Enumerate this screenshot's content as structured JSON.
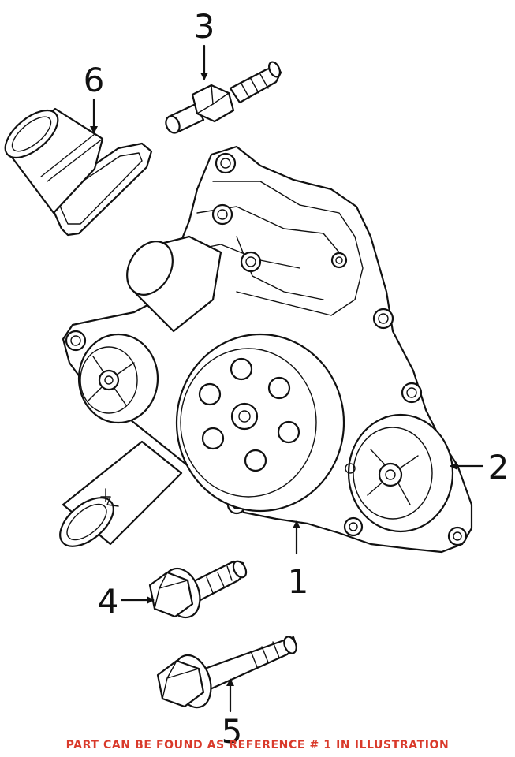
{
  "callouts": [
    {
      "id": "1",
      "label": "1"
    },
    {
      "id": "2",
      "label": "2"
    },
    {
      "id": "3",
      "label": "3"
    },
    {
      "id": "4",
      "label": "4"
    },
    {
      "id": "5",
      "label": "5"
    },
    {
      "id": "6",
      "label": "6"
    }
  ],
  "caption": "PART CAN BE FOUND AS REFERENCE # 1 IN ILLUSTRATION",
  "colors": {
    "caption": "#d93a2b",
    "line": "#111111"
  }
}
